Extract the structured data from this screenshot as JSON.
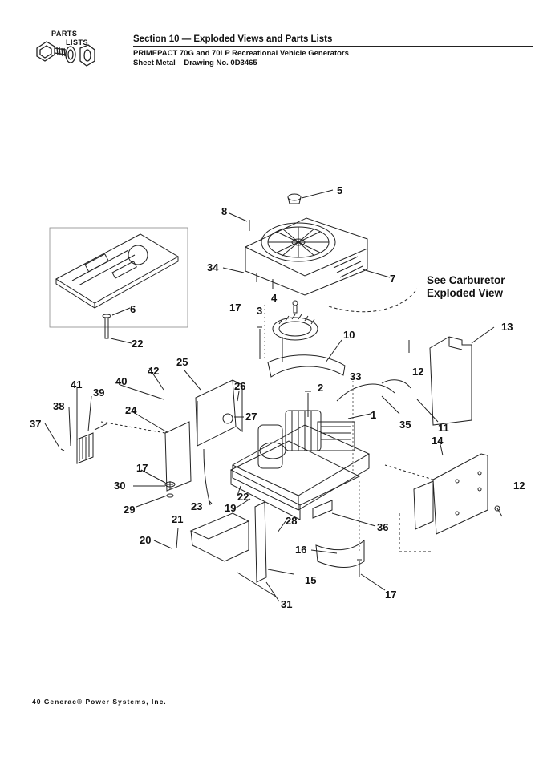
{
  "logo": {
    "parts": "PARTS",
    "lists": "LISTS"
  },
  "header": {
    "title": "Section 10 — Exploded Views and Parts Lists",
    "subtitle": "PRIMEPACT 70G and 70LP Recreational Vehicle Generators",
    "drawing": "Sheet Metal – Drawing No. 0D3465"
  },
  "note": {
    "line1": "See Carburetor",
    "line2": "Exploded View"
  },
  "callouts": [
    "5",
    "8",
    "34",
    "7",
    "4",
    "3",
    "17",
    "6",
    "22",
    "10",
    "13",
    "25",
    "42",
    "12",
    "41",
    "39",
    "40",
    "26",
    "2",
    "33",
    "38",
    "24",
    "27",
    "1",
    "35",
    "11",
    "37",
    "14",
    "17",
    "30",
    "12",
    "29",
    "22",
    "23",
    "19",
    "28",
    "36",
    "21",
    "20",
    "16",
    "15",
    "17",
    "31"
  ],
  "footer": "40 Generac® Power Systems, Inc."
}
